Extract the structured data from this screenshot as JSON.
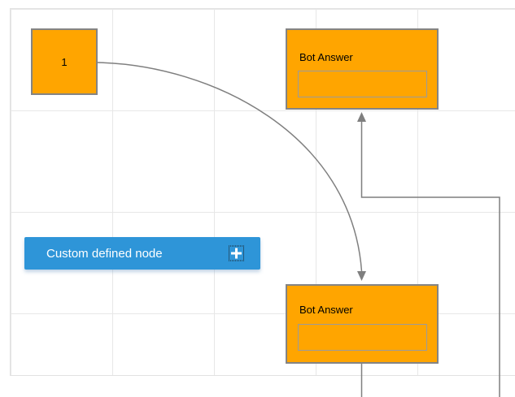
{
  "diagram": {
    "nodes": {
      "start": {
        "label": "1"
      },
      "bot_answer_top": {
        "title": "Bot Answer"
      },
      "bot_answer_bottom": {
        "title": "Bot Answer"
      },
      "custom": {
        "label": "Custom defined node",
        "plus_icon": "+"
      }
    },
    "colors": {
      "node_fill": "#ffa500",
      "node_border": "#848484",
      "custom_node_fill": "#2e95d8",
      "connector": "#7f7f7f",
      "grid_line": "#e7e7e7"
    }
  }
}
